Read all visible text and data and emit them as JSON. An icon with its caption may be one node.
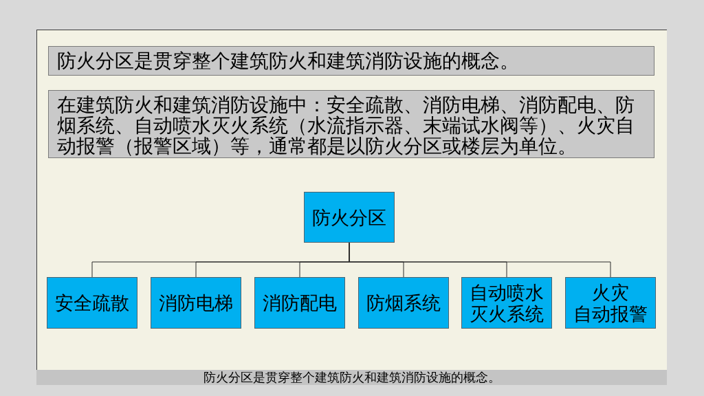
{
  "diagram": {
    "title": "防火分区是贯穿整个建筑防火和建筑消防设施的概念。",
    "caption": "防火分区是贯穿整个建筑防火和建筑消防设施的概念。",
    "nodes": [
      {
        "text": [
          "在建筑防火和建筑消防设施中：安全疏散、消防电梯、消防配电、防烟系统、自动喷水灭火系统（水流指示器、末端试水阀等）、火灾自动报警（报警区域）等，通常都是以防火分区或楼层为单位。"
        ]
      },
      {
        "text": [
          "防火分区"
        ]
      },
      {
        "text": [
          "安全疏散"
        ]
      },
      {
        "text": [
          "消防电梯"
        ]
      },
      {
        "text": [
          "消防配电"
        ]
      },
      {
        "text": [
          "防烟系统"
        ]
      },
      {
        "text": [
          "自动喷水灭火系统"
        ]
      },
      {
        "text": [
          "火灾自动报警"
        ]
      }
    ],
    "edges": [
      {
        "from": 1,
        "to": 2,
        "arrow": "none"
      },
      {
        "from": 1,
        "to": 3,
        "arrow": "none"
      },
      {
        "from": 1,
        "to": 4,
        "arrow": "none"
      },
      {
        "from": 1,
        "to": 5,
        "arrow": "none"
      },
      {
        "from": 1,
        "to": 6,
        "arrow": "none"
      },
      {
        "from": 1,
        "to": 7,
        "arrow": "none"
      }
    ]
  }
}
